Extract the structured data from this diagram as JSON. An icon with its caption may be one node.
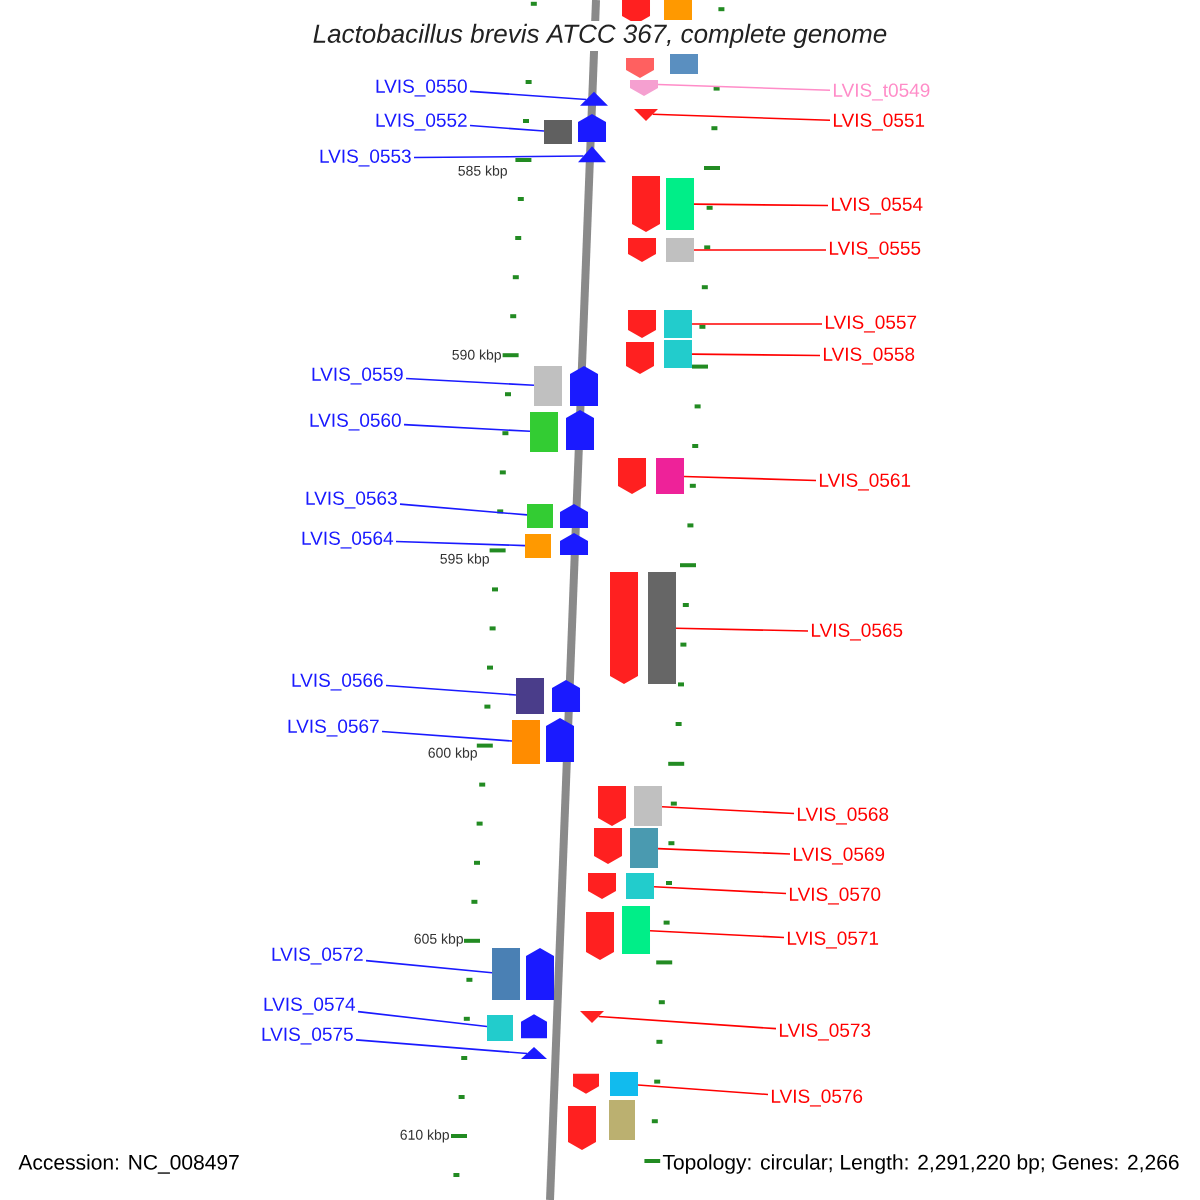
{
  "diagram": {
    "title": "Lactobacillus brevis ATCC 367, complete genome",
    "nodes": [
      {
        "text": [],
        "shape": "pentagon"
      },
      {
        "text": [],
        "shape": "box"
      },
      {
        "text": [],
        "shape": "pentagon"
      },
      {
        "text": [],
        "shape": "box"
      },
      {
        "text": [
          "LVIS_t0549"
        ]
      },
      {
        "text": [],
        "shape": "pentagon"
      },
      {
        "text": [
          "LVIS_0550"
        ]
      },
      {
        "text": [],
        "shape": "triangle"
      },
      {
        "text": [
          "LVIS_0551"
        ]
      },
      {
        "text": [],
        "shape": "triangle"
      },
      {
        "text": [
          "LVIS_0552"
        ]
      },
      {
        "text": [],
        "shape": "box"
      },
      {
        "text": [],
        "shape": "pentagon"
      },
      {
        "text": [
          "LVIS_0553"
        ]
      },
      {
        "text": [],
        "shape": "triangle"
      },
      {
        "text": [
          "LVIS_0554"
        ]
      },
      {
        "text": [],
        "shape": "box"
      },
      {
        "text": [],
        "shape": "pentagon"
      },
      {
        "text": [
          "LVIS_0555"
        ]
      },
      {
        "text": [],
        "shape": "box"
      },
      {
        "text": [],
        "shape": "pentagon"
      },
      {
        "text": [
          "LVIS_0557"
        ]
      },
      {
        "text": [],
        "shape": "box"
      },
      {
        "text": [],
        "shape": "pentagon"
      },
      {
        "text": [
          "LVIS_0558"
        ]
      },
      {
        "text": [],
        "shape": "box"
      },
      {
        "text": [],
        "shape": "pentagon"
      },
      {
        "text": [
          "LVIS_0559"
        ]
      },
      {
        "text": [],
        "shape": "box"
      },
      {
        "text": [],
        "shape": "pentagon"
      },
      {
        "text": [
          "LVIS_0560"
        ]
      },
      {
        "text": [],
        "shape": "box"
      },
      {
        "text": [],
        "shape": "pentagon"
      },
      {
        "text": [
          "LVIS_0561"
        ]
      },
      {
        "text": [],
        "shape": "box"
      },
      {
        "text": [],
        "shape": "pentagon"
      },
      {
        "text": [
          "LVIS_0563"
        ]
      },
      {
        "text": [],
        "shape": "box"
      },
      {
        "text": [],
        "shape": "pentagon"
      },
      {
        "text": [
          "LVIS_0564"
        ]
      },
      {
        "text": [],
        "shape": "box"
      },
      {
        "text": [],
        "shape": "pentagon"
      },
      {
        "text": [
          "LVIS_0565"
        ]
      },
      {
        "text": [],
        "shape": "box"
      },
      {
        "text": [],
        "shape": "pentagon"
      },
      {
        "text": [
          "LVIS_0566"
        ]
      },
      {
        "text": [],
        "shape": "box"
      },
      {
        "text": [],
        "shape": "pentagon"
      },
      {
        "text": [
          "LVIS_0567"
        ]
      },
      {
        "text": [],
        "shape": "box"
      },
      {
        "text": [],
        "shape": "pentagon"
      },
      {
        "text": [
          "LVIS_0568"
        ]
      },
      {
        "text": [],
        "shape": "box"
      },
      {
        "text": [],
        "shape": "pentagon"
      },
      {
        "text": [
          "LVIS_0569"
        ]
      },
      {
        "text": [],
        "shape": "box"
      },
      {
        "text": [],
        "shape": "pentagon"
      },
      {
        "text": [
          "LVIS_0570"
        ]
      },
      {
        "text": [],
        "shape": "box"
      },
      {
        "text": [],
        "shape": "pentagon"
      },
      {
        "text": [
          "LVIS_0571"
        ]
      },
      {
        "text": [],
        "shape": "box"
      },
      {
        "text": [],
        "shape": "pentagon"
      },
      {
        "text": [
          "LVIS_0572"
        ]
      },
      {
        "text": [],
        "shape": "box"
      },
      {
        "text": [],
        "shape": "pentagon"
      },
      {
        "text": [
          "LVIS_0573"
        ]
      },
      {
        "text": [],
        "shape": "triangle"
      },
      {
        "text": [
          "LVIS_0574"
        ]
      },
      {
        "text": [],
        "shape": "box"
      },
      {
        "text": [],
        "shape": "pentagon"
      },
      {
        "text": [
          "LVIS_0575"
        ]
      },
      {
        "text": [],
        "shape": "triangle"
      },
      {
        "text": [
          "LVIS_0576"
        ]
      },
      {
        "text": [],
        "shape": "box"
      },
      {
        "text": [],
        "shape": "pentagon"
      },
      {
        "text": [],
        "shape": "pentagon"
      },
      {
        "text": [],
        "shape": "box"
      }
    ],
    "edges": [
      {
        "from": 4,
        "to": 5,
        "arrow": "none",
        "color": "#ff8cc8"
      },
      {
        "from": 6,
        "to": 7,
        "arrow": "none",
        "color": "#1a1aff"
      },
      {
        "from": 8,
        "to": 9,
        "arrow": "none"
      },
      {
        "from": 10,
        "to": 11,
        "arrow": "none",
        "color": "#1a1aff"
      },
      {
        "from": 13,
        "to": 14,
        "arrow": "none",
        "color": "#1a1aff"
      },
      {
        "from": 15,
        "to": 16,
        "arrow": "none"
      },
      {
        "from": 18,
        "to": 19,
        "arrow": "none"
      },
      {
        "from": 21,
        "to": 22,
        "arrow": "none"
      },
      {
        "from": 24,
        "to": 25,
        "arrow": "none"
      },
      {
        "from": 27,
        "to": 28,
        "arrow": "none",
        "color": "#1a1aff"
      },
      {
        "from": 30,
        "to": 31,
        "arrow": "none",
        "color": "#1a1aff"
      },
      {
        "from": 33,
        "to": 34,
        "arrow": "none"
      },
      {
        "from": 36,
        "to": 37,
        "arrow": "none",
        "color": "#1a1aff"
      },
      {
        "from": 39,
        "to": 40,
        "arrow": "none",
        "color": "#1a1aff"
      },
      {
        "from": 42,
        "to": 43,
        "arrow": "none"
      },
      {
        "from": 45,
        "to": 46,
        "arrow": "none",
        "color": "#1a1aff"
      },
      {
        "from": 48,
        "to": 49,
        "arrow": "none",
        "color": "#1a1aff"
      },
      {
        "from": 51,
        "to": 52,
        "arrow": "none"
      },
      {
        "from": 54,
        "to": 55,
        "arrow": "none"
      },
      {
        "from": 57,
        "to": 58,
        "arrow": "none"
      },
      {
        "from": 60,
        "to": 61,
        "arrow": "none"
      },
      {
        "from": 63,
        "to": 64,
        "arrow": "none",
        "color": "#1a1aff"
      },
      {
        "from": 66,
        "to": 67,
        "arrow": "none"
      },
      {
        "from": 68,
        "to": 69,
        "arrow": "none",
        "color": "#1a1aff"
      },
      {
        "from": 71,
        "to": 72,
        "arrow": "none",
        "color": "#1a1aff"
      },
      {
        "from": 73,
        "to": 74,
        "arrow": "none"
      }
    ],
    "labels": [
      "585 kbp",
      "590 kbp",
      "595 kbp",
      "600 kbp",
      "605 kbp",
      "610 kbp",
      "Accession: NC_008497",
      "Topology: circular; Length: 2,291,220 bp; Genes: 2,266"
    ]
  }
}
